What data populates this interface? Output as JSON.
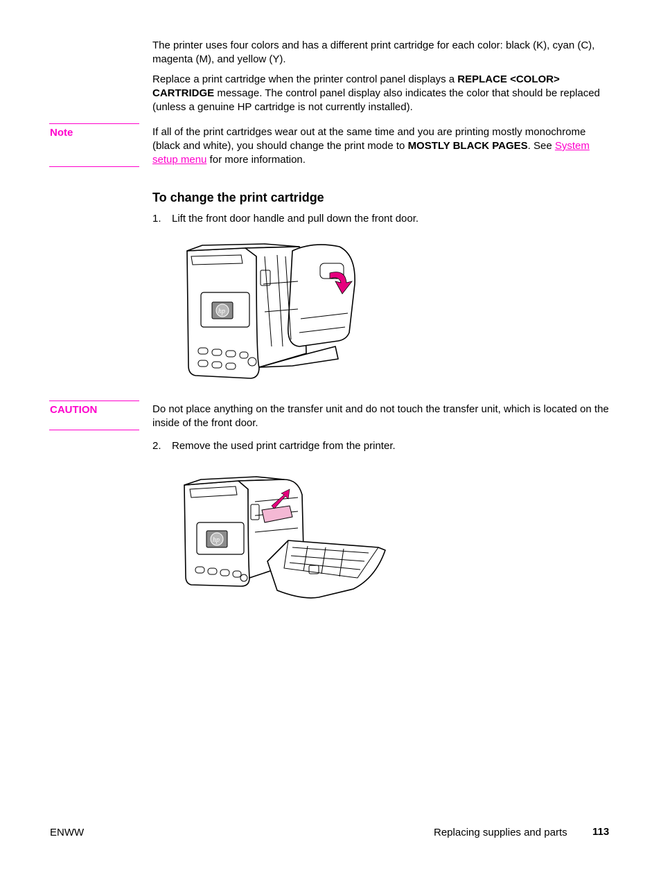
{
  "intro": {
    "p1": "The printer uses four colors and has a different print cartridge for each color: black (K), cyan (C), magenta (M), and yellow (Y).",
    "p2_a": "Replace a print cartridge when the printer control panel displays a ",
    "p2_b": "REPLACE <COLOR> CARTRIDGE",
    "p2_c": " message. The control panel display also indicates the color that should be replaced (unless a genuine HP cartridge is not currently installed)."
  },
  "note": {
    "label": "Note",
    "text_a": "If all of the print cartridges wear out at the same time and you are printing mostly monochrome (black and white), you should change the print mode to ",
    "text_b": "MOSTLY BLACK PAGES",
    "text_c": ". See ",
    "link": "System setup menu",
    "text_d": " for more information."
  },
  "procedure": {
    "heading": "To change the print cartridge",
    "step1_num": "1.",
    "step1": "Lift the front door handle and pull down the front door.",
    "step2_num": "2.",
    "step2": "Remove the used print cartridge from the printer."
  },
  "caution": {
    "label": "CAUTION",
    "text": "Do not place anything on the transfer unit and do not touch the transfer unit, which is located on the inside of the front door."
  },
  "footer": {
    "left": "ENWW",
    "section": "Replacing supplies and parts",
    "page": "113"
  },
  "colors": {
    "accent": "#ff00cc"
  }
}
